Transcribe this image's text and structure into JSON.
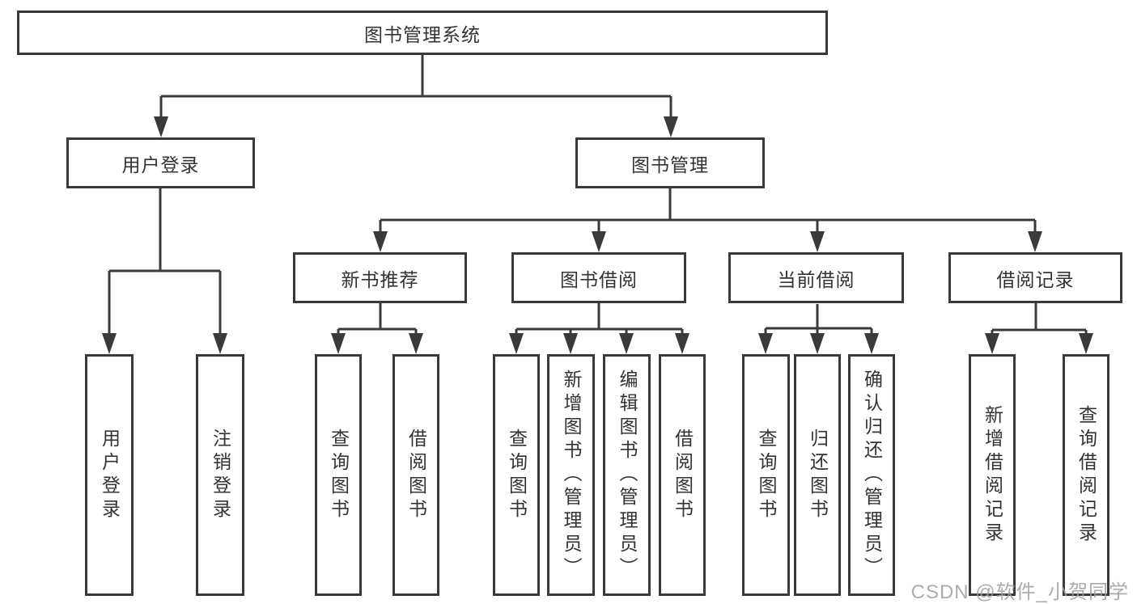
{
  "colors": {
    "background": "#ffffff",
    "line": "#3a3a3a",
    "box_border": "#3a3a3a",
    "text": "#333333",
    "watermark": "#9e9e9e"
  },
  "tree": {
    "label": "图书管理系统",
    "children": [
      {
        "label": "用户登录",
        "children": [
          {
            "label": "用户登录"
          },
          {
            "label": "注销登录"
          }
        ]
      },
      {
        "label": "图书管理",
        "children": [
          {
            "label": "新书推荐",
            "children": [
              {
                "label": "查询图书"
              },
              {
                "label": "借阅图书"
              }
            ]
          },
          {
            "label": "图书借阅",
            "children": [
              {
                "label": "查询图书"
              },
              {
                "label": "新增图书（管理员）"
              },
              {
                "label": "编辑图书（管理员）"
              },
              {
                "label": "借阅图书"
              }
            ]
          },
          {
            "label": "当前借阅",
            "children": [
              {
                "label": "查询图书"
              },
              {
                "label": "归还图书"
              },
              {
                "label": "确认归还（管理员）"
              }
            ]
          },
          {
            "label": "借阅记录",
            "children": [
              {
                "label": "新增借阅记录"
              },
              {
                "label": "查询借阅记录"
              }
            ]
          }
        ]
      }
    ]
  },
  "watermark": {
    "text": "CSDN @软件_小贺同学"
  }
}
